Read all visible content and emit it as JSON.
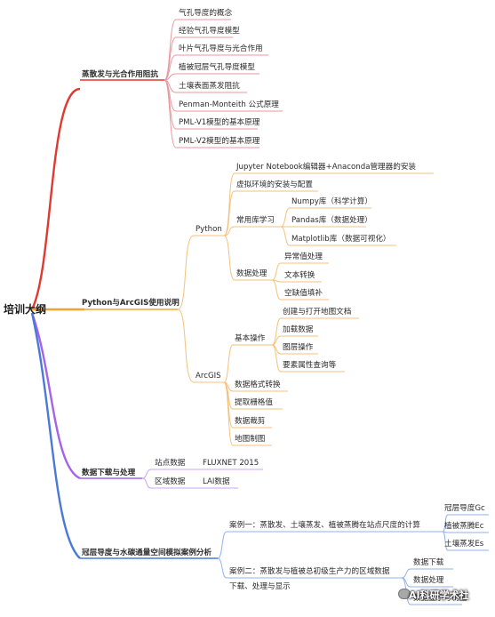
{
  "root": "培训大纲",
  "branches": [
    {
      "title": "蒸散发与光合作用阻抗",
      "items": [
        "气孔导度的概念",
        "经验气孔导度模型",
        "叶片气孔导度与光合作用",
        "植被冠层气孔导度模型",
        "土壤表面蒸发阻抗",
        "Penman-Monteith 公式原理",
        "PML-V1模型的基本原理",
        "PML-V2模型的基本原理"
      ]
    },
    {
      "title": "Python与ArcGIS使用说明",
      "python": {
        "label": "Python",
        "install": "Jupyter Notebook编辑器+Anaconda管理器的安装",
        "venv": "虚拟环境的安装与配置",
        "libs_label": "常用库学习",
        "libs": [
          "Numpy库（科学计算）",
          "Pandas库（数据处理）",
          "Matplotlib库（数据可视化）"
        ],
        "proc_label": "数据处理",
        "proc": [
          "异常值处理",
          "文本转换",
          "空缺值填补"
        ]
      },
      "arcgis": {
        "label": "ArcGIS",
        "basic_label": "基本操作",
        "basic": [
          "创建与打开地图文档",
          "加载数据",
          "图层操作",
          "要素属性查询等"
        ],
        "others": [
          "数据格式转换",
          "提取栅格值",
          "数据裁剪",
          "地图制图"
        ]
      }
    },
    {
      "title": "数据下载与处理",
      "rows": [
        {
          "label": "站点数据",
          "value": "FLUXNET 2015"
        },
        {
          "label": "区域数据",
          "value": "LAI数据"
        }
      ]
    },
    {
      "title": "冠层导度与水碳通量空间模拟案例分析",
      "case1": {
        "label": "案例一：蒸散发、土壤蒸发、植被蒸腾在站点尺度的计算",
        "items": [
          "冠层导度Gc",
          "植被蒸腾Ec",
          "土壤蒸发Es"
        ]
      },
      "case2": {
        "label_line1": "案例二：蒸散发与植被总初级生产力的区域数据",
        "label_line2": "下载、处理与显示",
        "items": [
          "数据下载",
          "数据处理",
          "数据显示与制图"
        ]
      }
    }
  ],
  "watermark": "AI科研学术社",
  "colors": {
    "branch1": "#e0392f",
    "branch2": "#f0a437",
    "branch3": "#a463e8",
    "branch4": "#4a7ad9"
  }
}
